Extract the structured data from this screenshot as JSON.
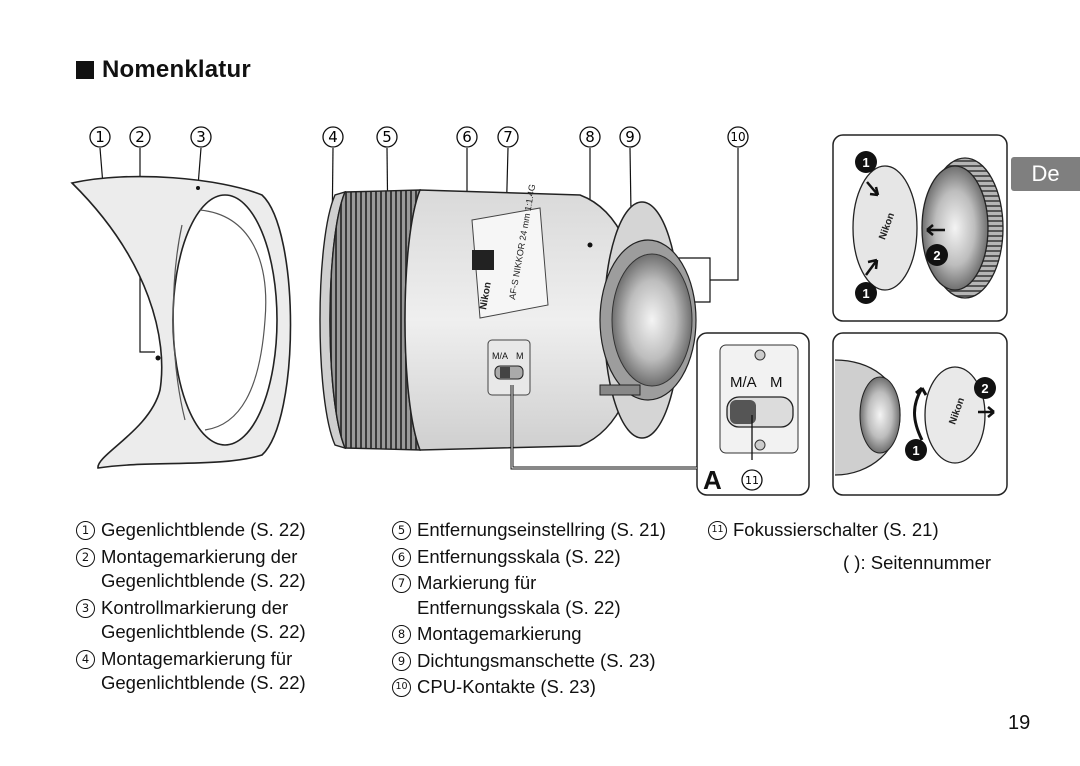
{
  "title": "Nomenklatur",
  "language_tab": "De",
  "callouts": [
    "1",
    "2",
    "3",
    "4",
    "5",
    "6",
    "7",
    "8",
    "9",
    "10"
  ],
  "inset_letter": "A",
  "inset_callout": "11",
  "switch_labels": {
    "ma": "M/A",
    "m": "M"
  },
  "lens_engraving": {
    "brand": "Nikon",
    "model": "AF-S NIKKOR 24 mm 1:1.4G",
    "cap_brand": "Nikon"
  },
  "cap_steps": [
    "1",
    "2",
    "1"
  ],
  "rear_cap_steps": [
    "2",
    "1"
  ],
  "legend": {
    "col1": [
      {
        "n": "1",
        "lines": [
          "Gegenlichtblende (S. 22)"
        ]
      },
      {
        "n": "2",
        "lines": [
          "Montagemarkierung der",
          "Gegenlichtblende (S. 22)"
        ]
      },
      {
        "n": "3",
        "lines": [
          "Kontrollmarkierung der",
          "Gegenlichtblende (S. 22)"
        ]
      },
      {
        "n": "4",
        "lines": [
          "Montagemarkierung für",
          "Gegenlichtblende (S. 22)"
        ]
      }
    ],
    "col2": [
      {
        "n": "5",
        "lines": [
          "Entfernungseinstellring (S. 21)"
        ]
      },
      {
        "n": "6",
        "lines": [
          "Entfernungsskala (S. 22)"
        ]
      },
      {
        "n": "7",
        "lines": [
          "Markierung für",
          "Entfernungsskala (S. 22)"
        ]
      },
      {
        "n": "8",
        "lines": [
          "Montagemarkierung"
        ]
      },
      {
        "n": "9",
        "lines": [
          "Dichtungsmanschette (S. 23)"
        ]
      },
      {
        "n": "10",
        "lines": [
          "CPU-Kontakte (S. 23)"
        ]
      }
    ],
    "col3": [
      {
        "n": "11",
        "lines": [
          "Fokussierschalter (S. 21)"
        ]
      }
    ]
  },
  "page_note": "(   ): Seitennummer",
  "page_number": "19"
}
